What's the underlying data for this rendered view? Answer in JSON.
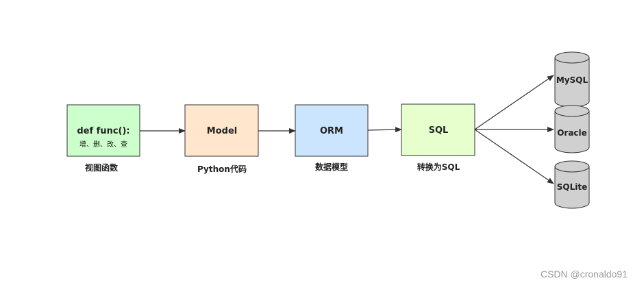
{
  "nodes": {
    "view": {
      "title": "def func():",
      "sub": "增、删、改、查",
      "caption": "视图函数",
      "fill": "#ccffcc"
    },
    "model": {
      "title": "Model",
      "caption": "Python代码",
      "fill": "#ffe6cc"
    },
    "orm": {
      "title": "ORM",
      "caption": "数据模型",
      "fill": "#cce5ff"
    },
    "sql": {
      "title": "SQL",
      "caption": "转换为SQL",
      "fill": "#e6ffcc"
    }
  },
  "databases": [
    {
      "name": "MySQL"
    },
    {
      "name": "Oracle"
    },
    {
      "name": "SQLite"
    }
  ],
  "colors": {
    "box_stroke": "#333333",
    "arrow": "#333333",
    "db_fill": "#d0d0d0"
  },
  "watermark": "CSDN @cronaldo91"
}
